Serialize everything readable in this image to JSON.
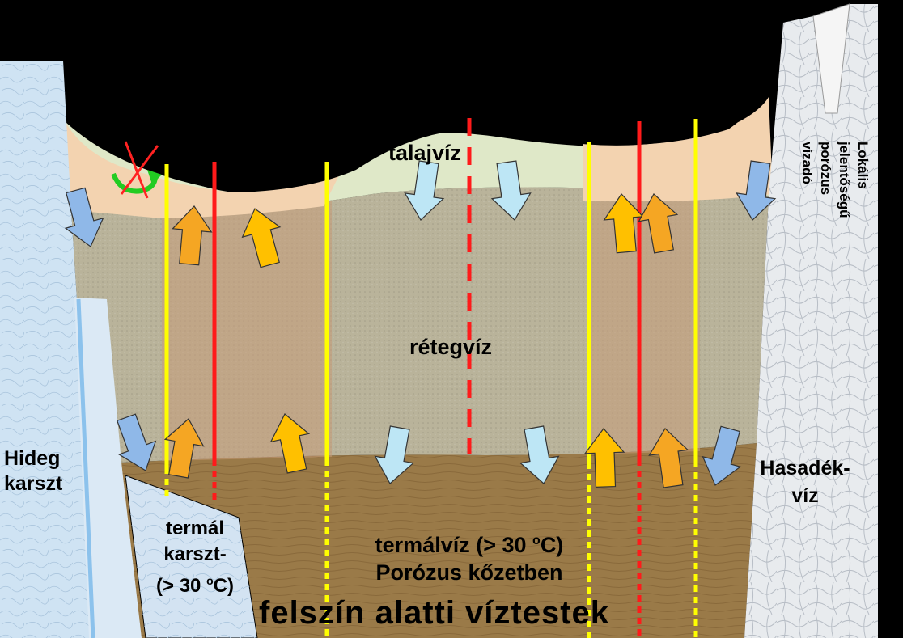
{
  "title": "felszín alatti víztestek",
  "labels": {
    "talajviz": "talajvíz",
    "retegviz": "rétegvíz",
    "hideg_karszt_1": "Hideg",
    "hideg_karszt_2": "karszt",
    "termal_karszt_1": "termál",
    "termal_karszt_2": "karszt-",
    "termal_karszt_3": "(> 30 ",
    "termal_karszt_3_sup": "o",
    "termal_karszt_3_end": "C)",
    "termalviz_1": "termálvíz (> 30 ",
    "termalviz_1_sup": "o",
    "termalviz_1_end": "C)",
    "termalviz_2": "Porózus kőzetben",
    "hasadekviz_1": "Hasadék-",
    "hasadekviz_2": "víz",
    "lokalis_1": "Lokális",
    "lokalis_2": "jelentőségű",
    "lokalis_3": "porózus",
    "lokalis_4": "vízadó"
  },
  "colors": {
    "background": "#000000",
    "soil_layer": "#f3d3b0",
    "talajviz_layer": "#dfe8c8",
    "reteg_layer": "#b9b39a",
    "termal_layer": "#9a7a48",
    "hideg_karszt": "#cfe3f3",
    "termal_karszt": "#d3e3f2",
    "fissured_rock": "#e6e9ec",
    "well_yellow": "#ffff00",
    "well_red": "#ff1a1a",
    "arrow_down": "#bde6f5",
    "arrow_blue": "#8fb8e8",
    "arrow_orange": "#f5a623",
    "arrow_amber": "#ffc000"
  }
}
